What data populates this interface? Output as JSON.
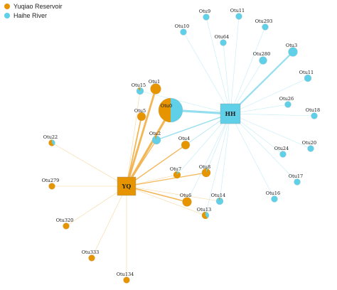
{
  "legend": [
    {
      "label": "Yuqiao Reservoir",
      "color": "#e69500"
    },
    {
      "label": "Haihe River",
      "color": "#5fd0e8"
    }
  ],
  "colors": {
    "yq": "#e69500",
    "hh": "#5fd0e8",
    "yq_edge": "#f2b24d",
    "hh_edge": "#8fdcef"
  },
  "hubs": {
    "yq": {
      "label": "YQ"
    },
    "hh": {
      "label": "HH"
    }
  },
  "nodes": [
    {
      "id": "Otu9",
      "label": "Otu9",
      "yq_fraction": 0
    },
    {
      "id": "Otu11",
      "label": "Otu11",
      "yq_fraction": 0
    },
    {
      "id": "Otu293",
      "label": "Otu293",
      "yq_fraction": 0
    },
    {
      "id": "Otu10",
      "label": "Otu10",
      "yq_fraction": 0
    },
    {
      "id": "Otu64",
      "label": "Otu64",
      "yq_fraction": 0
    },
    {
      "id": "Otu3",
      "label": "Otu3",
      "yq_fraction": 0
    },
    {
      "id": "Otu280",
      "label": "Otu280",
      "yq_fraction": 0
    },
    {
      "id": "Otu11b",
      "label": "Otu11",
      "yq_fraction": 0
    },
    {
      "id": "Otu26",
      "label": "Otu26",
      "yq_fraction": 0
    },
    {
      "id": "Otu18",
      "label": "Otu18",
      "yq_fraction": 0
    },
    {
      "id": "Otu20",
      "label": "Otu20",
      "yq_fraction": 0
    },
    {
      "id": "Otu24",
      "label": "Otu24",
      "yq_fraction": 0
    },
    {
      "id": "Otu17",
      "label": "Otu17",
      "yq_fraction": 0
    },
    {
      "id": "Otu16",
      "label": "Otu16",
      "yq_fraction": 0
    },
    {
      "id": "Otu15",
      "label": "Otu15",
      "yq_fraction": 0.1
    },
    {
      "id": "Otu1",
      "label": "Otu1",
      "yq_fraction": 1
    },
    {
      "id": "Otu5",
      "label": "Otu5",
      "yq_fraction": 1
    },
    {
      "id": "Otu0",
      "label": "Otu0",
      "yq_fraction": 0.5
    },
    {
      "id": "Otu2",
      "label": "Otu2",
      "yq_fraction": 0.05
    },
    {
      "id": "Otu4",
      "label": "Otu4",
      "yq_fraction": 1
    },
    {
      "id": "Otu22",
      "label": "Otu22",
      "yq_fraction": 0.6
    },
    {
      "id": "Otu279",
      "label": "Otu279",
      "yq_fraction": 1
    },
    {
      "id": "Otu7",
      "label": "Otu7",
      "yq_fraction": 0.9
    },
    {
      "id": "Otu8",
      "label": "Otu8",
      "yq_fraction": 0.95
    },
    {
      "id": "Otu6",
      "label": "Otu6",
      "yq_fraction": 1
    },
    {
      "id": "Otu14",
      "label": "Otu14",
      "yq_fraction": 0.05
    },
    {
      "id": "Otu13",
      "label": "Otu13",
      "yq_fraction": 0.6
    },
    {
      "id": "Otu320",
      "label": "Otu320",
      "yq_fraction": 1
    },
    {
      "id": "Otu333",
      "label": "Otu333",
      "yq_fraction": 1
    },
    {
      "id": "Otu134",
      "label": "Otu134",
      "yq_fraction": 1
    }
  ]
}
